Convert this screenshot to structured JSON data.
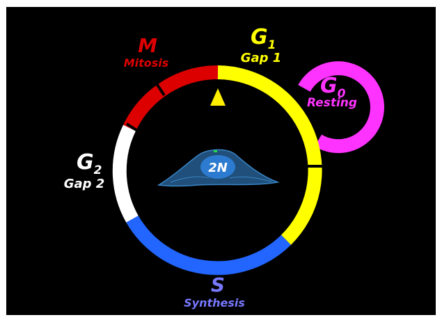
{
  "phases": {
    "m": {
      "symbol": "M",
      "name": "Mitosis",
      "color": "#dd0000"
    },
    "g1": {
      "symbol": "G",
      "subscript": "1",
      "name": "Gap 1",
      "color": "#ffff00"
    },
    "g0": {
      "symbol": "G",
      "subscript": "0",
      "name": "Resting",
      "color": "#ff33ff"
    },
    "s": {
      "symbol": "S",
      "name": "Synthesis",
      "color": "#2266ff",
      "label_color": "#7777ff"
    },
    "g2": {
      "symbol": "G",
      "subscript": "2",
      "name": "Gap 2",
      "color": "#ffffff"
    }
  },
  "cell": {
    "label": "2N",
    "body_color": "#1f4f7a",
    "nucleus_color": "#2d7bd0"
  },
  "colors": {
    "background": "#000000",
    "ring_divider": "#000000",
    "arrow": "#ffee00"
  }
}
